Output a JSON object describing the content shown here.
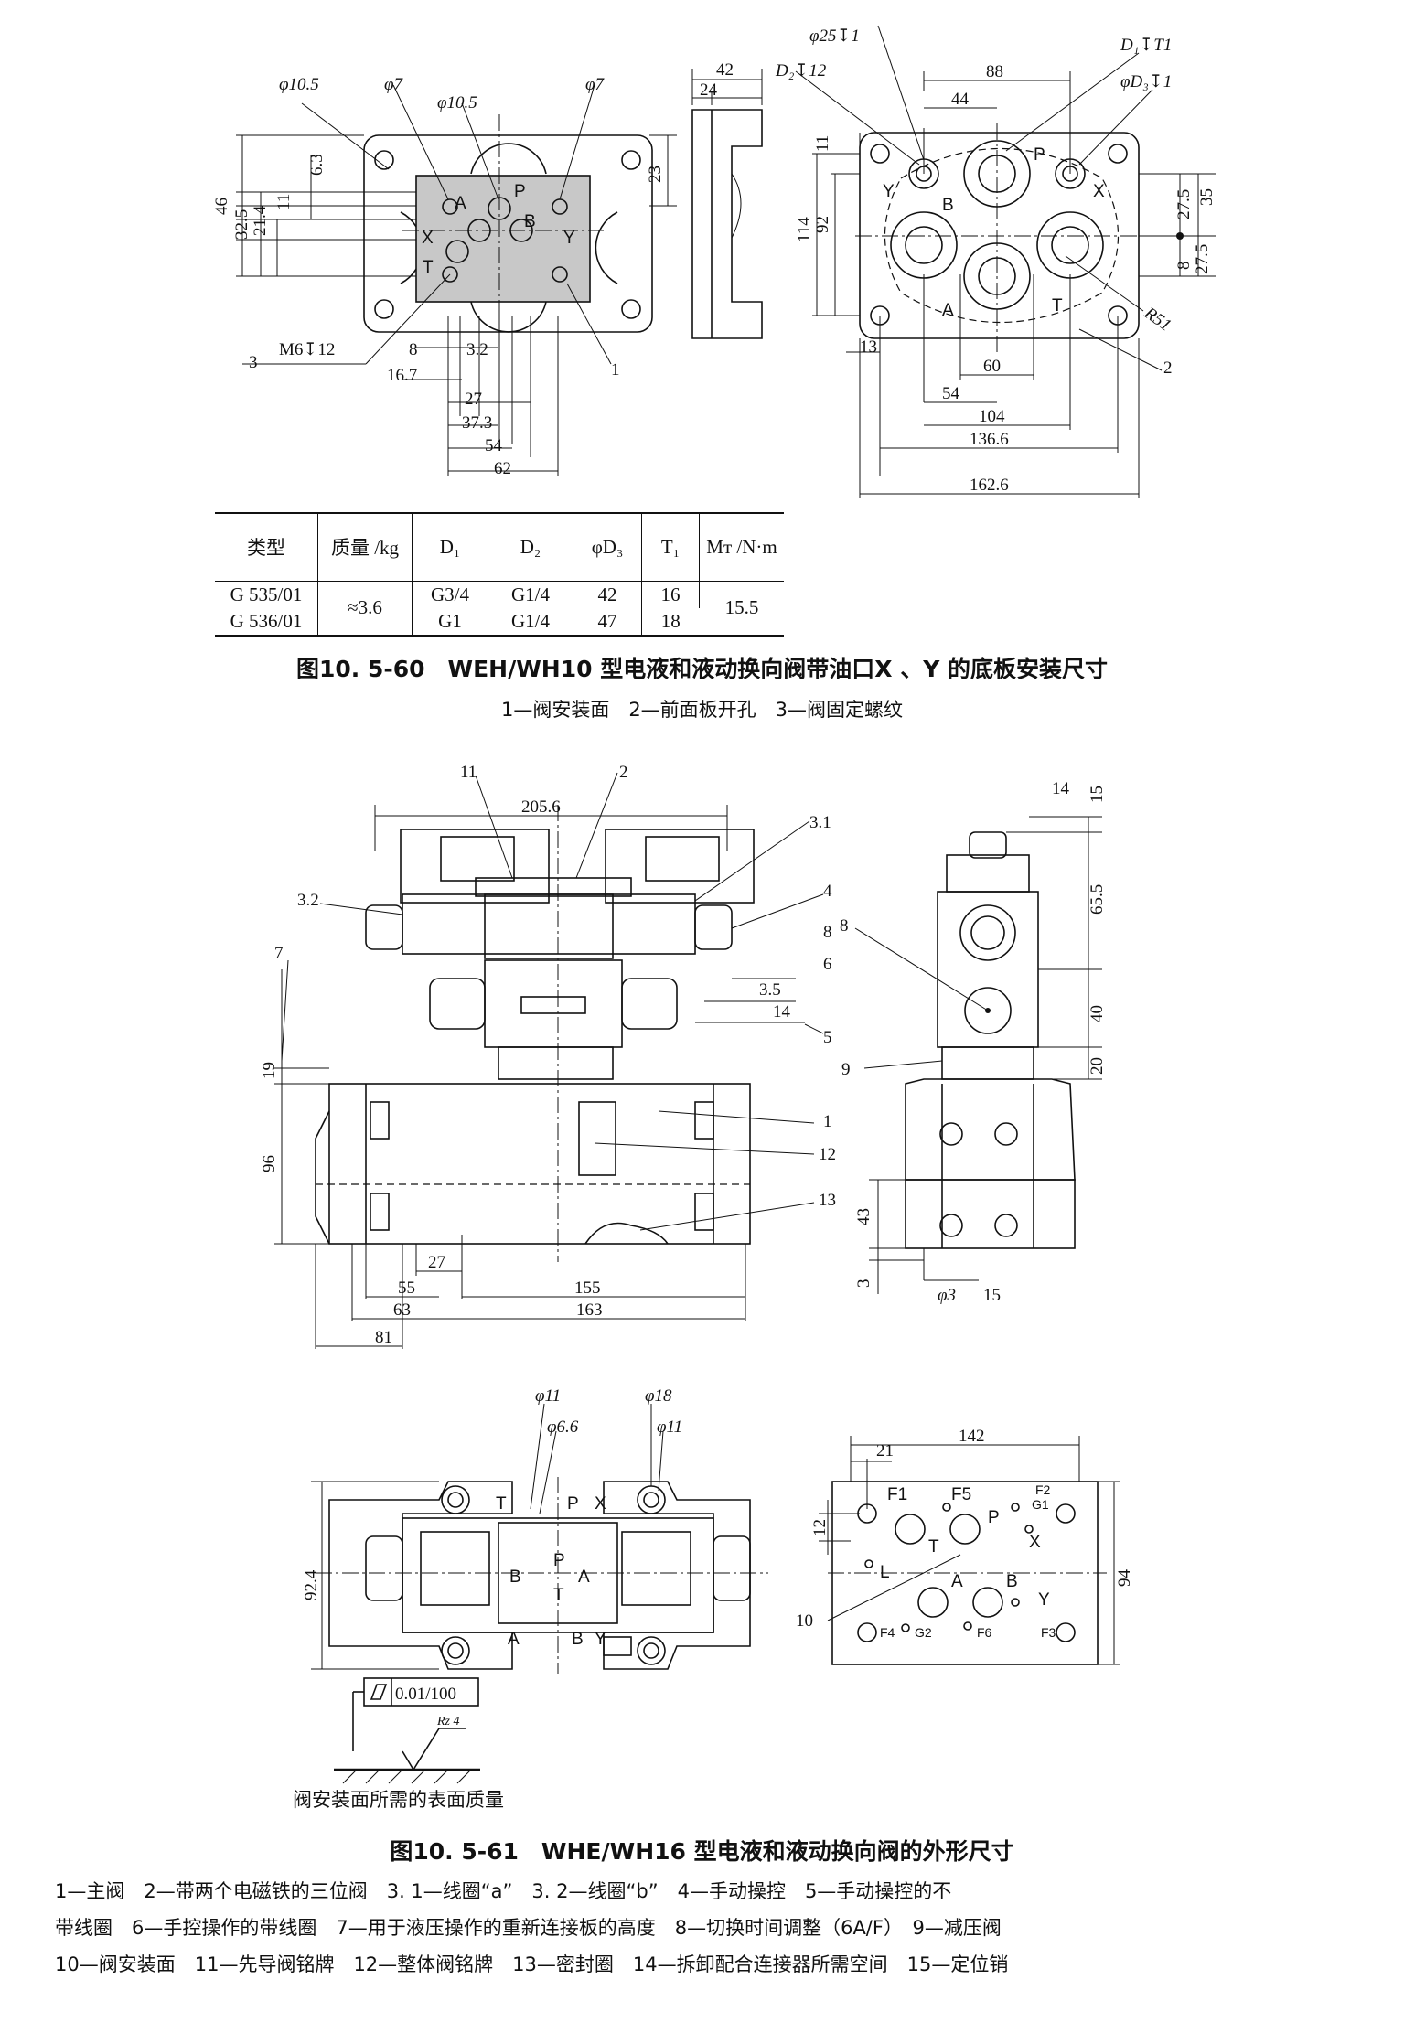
{
  "fig60": {
    "caption": "图10. 5-60　WEH/WH10 型电液和液动换向阀带油口X 、Y 的底板安装尺寸",
    "legend": "1—阀安装面　2—前面板开孔　3—阀固定螺纹",
    "left_dims": [
      "φ10.5",
      "φ7",
      "φ10.5",
      "φ7",
      "46",
      "32.5",
      "21.4",
      "11",
      "6.3",
      "23",
      "M6↧12",
      "3",
      "8",
      "3.2",
      "16.7",
      "27",
      "37.3",
      "54",
      "62",
      "1"
    ],
    "ports_left": [
      "P",
      "A",
      "B",
      "X",
      "Y",
      "T"
    ],
    "side_dims": [
      "42",
      "24"
    ],
    "right_dims": [
      "φ25↧1",
      "D₂↧12",
      "D₁↧T1",
      "φD₃↧1",
      "88",
      "44",
      "11",
      "114",
      "92",
      "35",
      "27.5",
      "8",
      "27.5",
      "R51",
      "13",
      "60",
      "54",
      "104",
      "136.6",
      "162.6",
      "2"
    ],
    "ports_right": [
      "P",
      "Y",
      "X",
      "B",
      "A",
      "T"
    ]
  },
  "table": {
    "headers": [
      "类型",
      "质量 /kg",
      "D₁",
      "D₂",
      "φD₃",
      "T₁",
      "Mᴛ /N·m"
    ],
    "rows": [
      [
        "G 535/01",
        "≈3.6",
        "G3/4",
        "G1/4",
        "42",
        "16",
        "15.5"
      ],
      [
        "G 536/01",
        "",
        "G1",
        "G1/4",
        "47",
        "18",
        ""
      ]
    ]
  },
  "fig61": {
    "caption": "图10. 5-61　WHE/WH16 型电液和液动换向阀的外形尺寸",
    "legend_lines": [
      "1—主阀　2—带两个电磁铁的三位阀　3. 1—线圈“a”　3. 2—线圈“b”　4—手动操控　5—手动操控的不",
      "带线圈　6—手控操作的带线圈　7—用于液压操作的重新连接板的高度　8—切换时间调整（6A/F）　9—减压阀",
      "10—阀安装面　11—先导阀铭牌　12—整体阀铭牌　13—密封圈　14—拆卸配合连接器所需空间　15—定位销"
    ],
    "front_dims": [
      "205.6",
      "11",
      "2",
      "3.1",
      "3.2",
      "4",
      "7",
      "8",
      "6",
      "3.5",
      "14",
      "5",
      "19",
      "96",
      "1",
      "12",
      "13",
      "27",
      "55",
      "155",
      "63",
      "163",
      "81"
    ],
    "side_dims": [
      "14",
      "15",
      "65.5",
      "40",
      "20",
      "9",
      "43",
      "3",
      "φ3",
      "15"
    ],
    "top_dims": [
      "φ11",
      "φ18",
      "φ6.6",
      "φ11",
      "92.4"
    ],
    "top_ports": [
      "T",
      "P",
      "X",
      "B",
      "A",
      "P",
      "T",
      "A",
      "B",
      "Y"
    ],
    "surface_dims": [
      "142",
      "21",
      "12",
      "94",
      "10"
    ],
    "surface_ports": [
      "F1",
      "F5",
      "F2",
      "G1",
      "P",
      "X",
      "T",
      "L",
      "A",
      "B",
      "Y",
      "F4",
      "G2",
      "F6",
      "F3"
    ],
    "tolerance": "0.01/100",
    "roughness": "Rz 4",
    "surface_note": "阀安装面所需的表面质量"
  }
}
